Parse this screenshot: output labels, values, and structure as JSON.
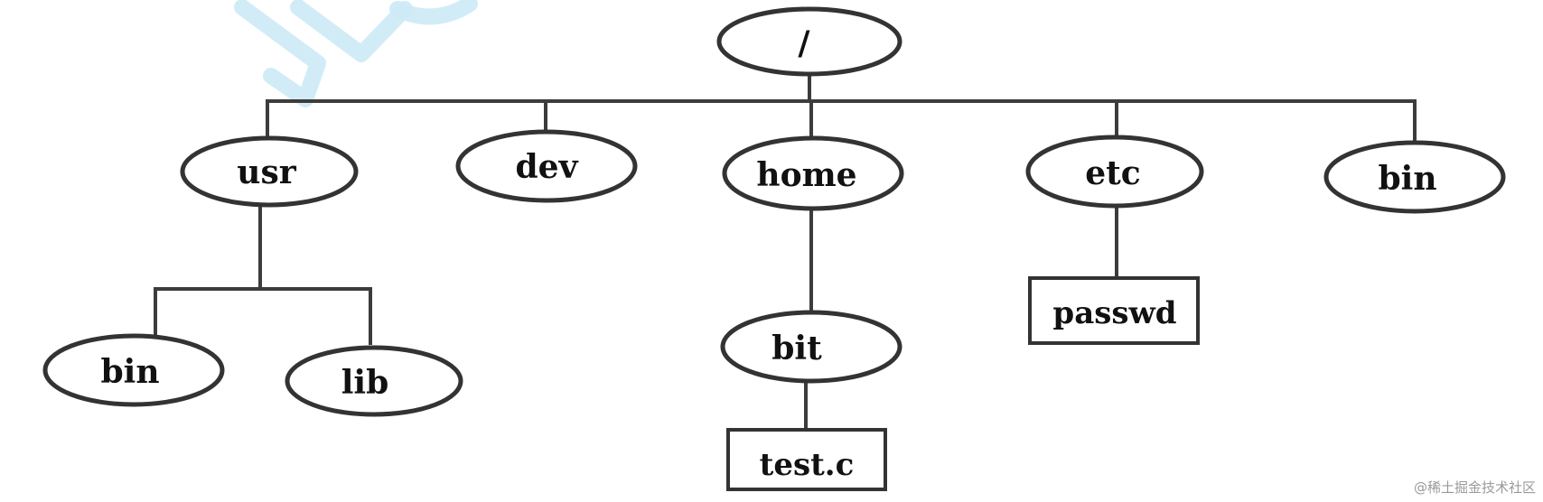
{
  "diagram": {
    "nodes": {
      "root": "/",
      "usr": "usr",
      "dev": "dev",
      "home": "home",
      "etc": "etc",
      "bin_top": "bin",
      "usr_bin": "bin",
      "usr_lib": "lib",
      "home_bit": "bit",
      "bit_test": "test.c",
      "etc_passwd": "passwd"
    }
  },
  "credit": "@稀土掘金技术社区",
  "colors": {
    "line": "#3c3c3c",
    "watermark": "#cdeaf6"
  }
}
